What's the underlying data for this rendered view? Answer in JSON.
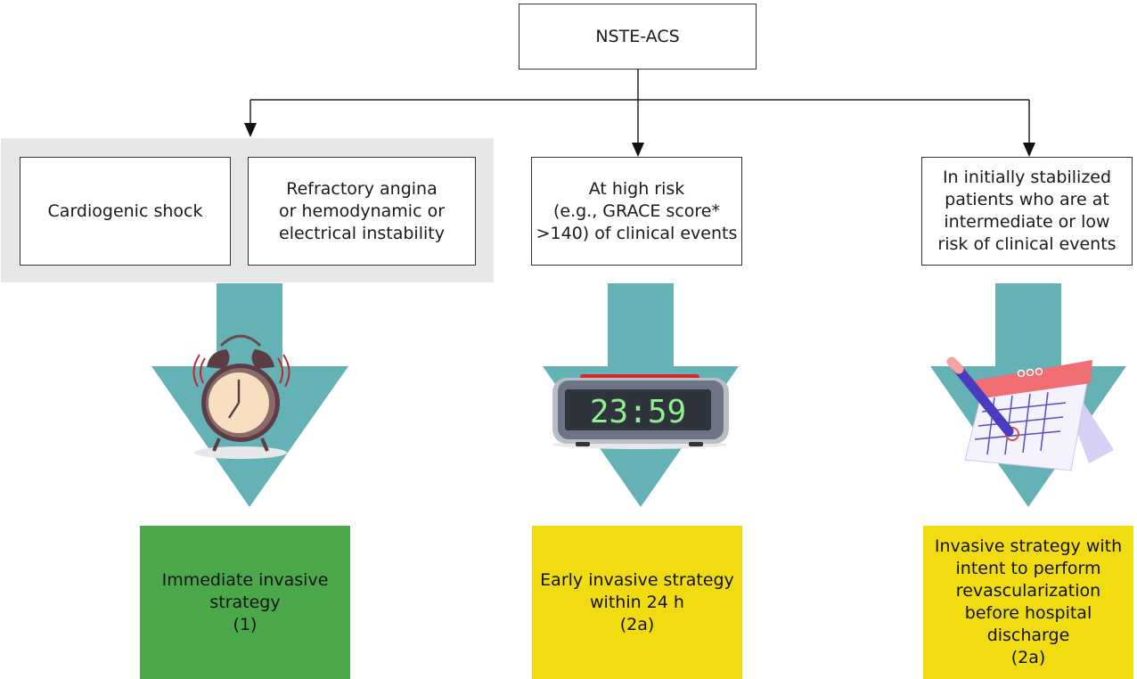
{
  "colors": {
    "arrow_teal": "#64b2b5",
    "group_bg": "#e6e7e8",
    "immediate_green": "#4aa84b",
    "early_yellow": "#f0dc10",
    "connector": "#222222"
  },
  "root": {
    "label": "NSTE-ACS"
  },
  "criteria": [
    {
      "id": "cardiogenic-shock",
      "label": "Cardiogenic shock"
    },
    {
      "id": "refractory-angina",
      "label": "Refractory angina\nor hemodynamic or\nelectrical instability"
    },
    {
      "id": "high-risk",
      "label": "At high risk\n(e.g., GRACE score*\n>140) of clinical events"
    },
    {
      "id": "intermediate-low-risk",
      "label": "In initially stabilized\npatients who are at\nintermediate or low\nrisk of clinical events"
    }
  ],
  "icons": [
    {
      "name": "alarm-clock-icon",
      "meaning": "urgent"
    },
    {
      "name": "digital-clock-icon",
      "display": "23:59"
    },
    {
      "name": "calendar-icon",
      "meaning": "scheduled"
    }
  ],
  "outcomes": [
    {
      "id": "immediate",
      "label": "Immediate invasive\nstrategy\n(1)",
      "color": "#4aa84b"
    },
    {
      "id": "early",
      "label": "Early invasive strategy\nwithin 24 h\n(2a)",
      "color": "#f0dc10"
    },
    {
      "id": "before-discharge",
      "label": "Invasive strategy with\nintent to perform\nrevascularization\nbefore hospital\ndischarge\n(2a)",
      "color": "#f0dc10"
    }
  ]
}
